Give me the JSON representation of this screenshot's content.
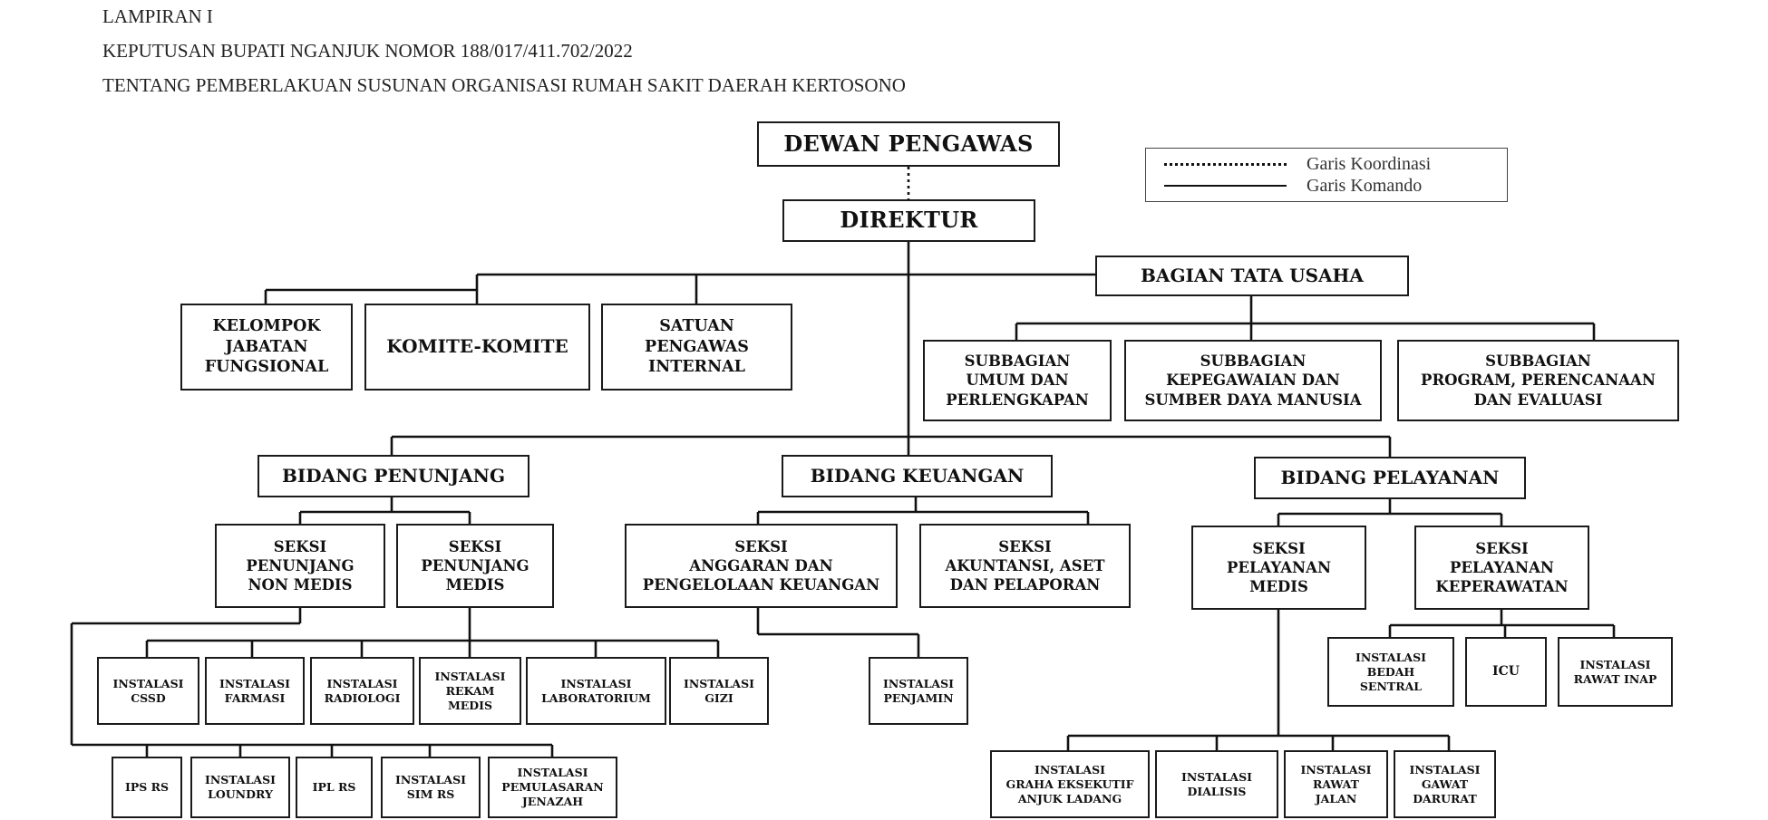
{
  "header": {
    "line1": "LAMPIRAN I",
    "line2": "KEPUTUSAN BUPATI NGANJUK NOMOR 188/017/411.702/2022",
    "line3": "TENTANG PEMBERLAKUAN SUSUNAN ORGANISASI RUMAH SAKIT DAERAH KERTOSONO"
  },
  "legend": {
    "coordination": "Garis Koordinasi",
    "command": "Garis Komando"
  },
  "nodes": {
    "dewan_pengawas": [
      "DEWAN PENGAWAS"
    ],
    "direktur": [
      "DIREKTUR"
    ],
    "bagian_tata_usaha": [
      "BAGIAN TATA USAHA"
    ],
    "kelompok_jabatan": [
      "KELOMPOK",
      "JABATAN",
      "FUNGSIONAL"
    ],
    "komite": [
      "KOMITE-KOMITE"
    ],
    "spi": [
      "SATUAN",
      "PENGAWAS",
      "INTERNAL"
    ],
    "sub_umum": [
      "SUBBAGIAN",
      "UMUM DAN",
      "PERLENGKAPAN"
    ],
    "sub_kepegawaian": [
      "SUBBAGIAN",
      "KEPEGAWAIAN DAN",
      "SUMBER DAYA MANUSIA"
    ],
    "sub_program": [
      "SUBBAGIAN",
      "PROGRAM, PERENCANAAN",
      "DAN EVALUASI"
    ],
    "bidang_penunjang": [
      "BIDANG PENUNJANG"
    ],
    "bidang_keuangan": [
      "BIDANG KEUANGAN"
    ],
    "bidang_pelayanan": [
      "BIDANG PELAYANAN"
    ],
    "seksi_non_medis": [
      "SEKSI",
      "PENUNJANG",
      "NON MEDIS"
    ],
    "seksi_medis": [
      "SEKSI",
      "PENUNJANG",
      "MEDIS"
    ],
    "seksi_anggaran": [
      "SEKSI",
      "ANGGARAN DAN",
      "PENGELOLAAN KEUANGAN"
    ],
    "seksi_akuntansi": [
      "SEKSI",
      "AKUNTANSI, ASET",
      "DAN PELAPORAN"
    ],
    "seksi_pel_medis": [
      "SEKSI",
      "PELAYANAN",
      "MEDIS"
    ],
    "seksi_keperawatan": [
      "SEKSI",
      "PELAYANAN",
      "KEPERAWATAN"
    ],
    "inst_cssd": [
      "INSTALASI",
      "CSSD"
    ],
    "inst_farmasi": [
      "INSTALASI",
      "FARMASI"
    ],
    "inst_radiologi": [
      "INSTALASI",
      "RADIOLOGI"
    ],
    "inst_rekam_medis": [
      "INSTALASI",
      "REKAM",
      "MEDIS"
    ],
    "inst_lab": [
      "INSTALASI",
      "LABORATORIUM"
    ],
    "inst_gizi": [
      "INSTALASI",
      "GIZI"
    ],
    "inst_penjamin": [
      "INSTALASI",
      "PENJAMIN"
    ],
    "ips_rs": [
      "IPS RS"
    ],
    "inst_loundry": [
      "INSTALASI",
      "LOUNDRY"
    ],
    "ipl_rs": [
      "IPL RS"
    ],
    "inst_sim": [
      "INSTALASI",
      "SIM RS"
    ],
    "inst_jenazah": [
      "INSTALASI",
      "PEMULASARAN",
      "JENAZAH"
    ],
    "inst_bedah": [
      "INSTALASI",
      "BEDAH",
      "SENTRAL"
    ],
    "icu": [
      "ICU"
    ],
    "inst_rawat_inap": [
      "INSTALASI",
      "RAWAT INAP"
    ],
    "inst_graha": [
      "INSTALASI",
      "GRAHA EKSEKUTIF",
      "ANJUK LADANG"
    ],
    "inst_dialisis": [
      "INSTALASI",
      "DIALISIS"
    ],
    "inst_rawat_jalan": [
      "INSTALASI",
      "RAWAT",
      "JALAN"
    ],
    "inst_gawat": [
      "INSTALASI",
      "GAWAT",
      "DARURAT"
    ]
  }
}
